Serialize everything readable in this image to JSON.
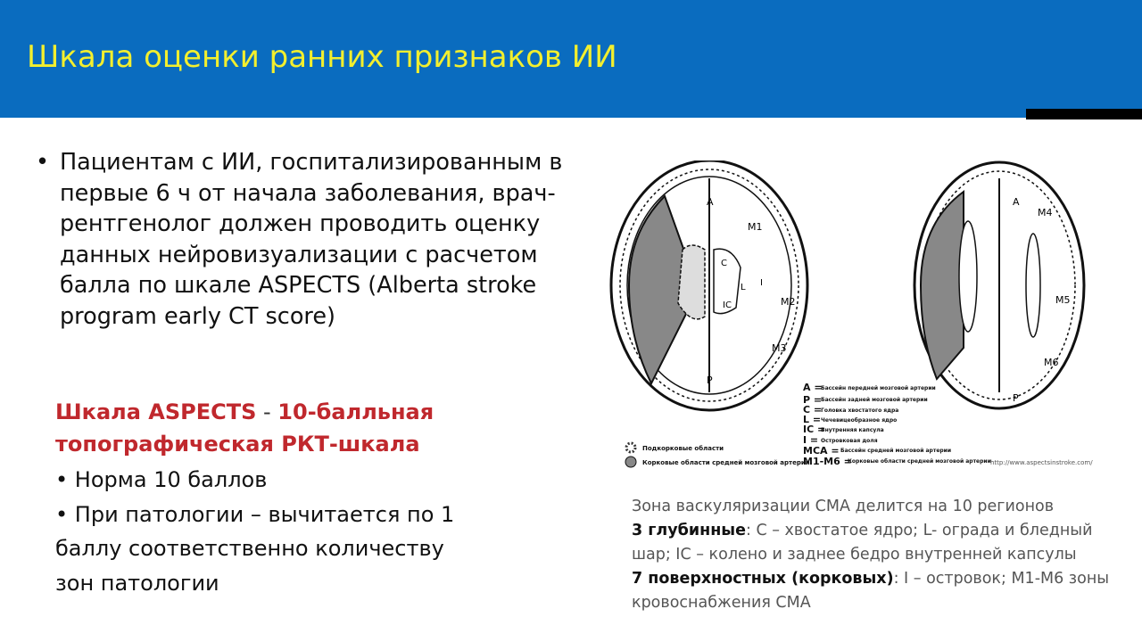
{
  "header": {
    "title": "Шкала оценки ранних признаков ИИ",
    "bg_color": "#0a6cbf",
    "title_color": "#f3ef2e"
  },
  "bullet": {
    "text": "Пациентам с ИИ, госпитализированным в первые 6 ч от начала заболевания, врач-рентгенолог должен проводить оценку данных нейровизуализации с расчетом балла по шкале ASPECTS (Alberta stroke program early CT score)"
  },
  "aspects": {
    "name": "Шкала ASPECTS",
    "dash": " - ",
    "desc": "10-балльная топографическая РКТ-шкала",
    "color": "#c0282d",
    "items": [
      "• Норма 10 баллов",
      "• При патологии – вычитается по 1 баллу соответственно количеству зон патологии"
    ]
  },
  "figure": {
    "left_labels": [
      "A",
      "M1",
      "C",
      "L",
      "I",
      "IC",
      "M2",
      "M3",
      "P"
    ],
    "right_labels": [
      "A",
      "M4",
      "M5",
      "M6",
      "P"
    ],
    "legend": [
      {
        "key": "A =",
        "text": "Бассейн передней мозговой артерии"
      },
      {
        "key": "P =",
        "text": "Бассейн задней мозговой артерии"
      },
      {
        "key": "C =",
        "text": "Головка хвостатого ядра"
      },
      {
        "key": "L =",
        "text": "Чечевицеобразное ядро"
      },
      {
        "key": "IC =",
        "text": "Внутренняя капсула"
      },
      {
        "key": "I =",
        "text": "Островковая доля"
      },
      {
        "key": "MCA =",
        "text": "Бассейн средней мозговой артерии"
      },
      {
        "key": "M1-M6 =",
        "text": "Корковые области средней мозговой артерии"
      }
    ],
    "symbols": [
      "Подкорковые области",
      "Корковые области средней мозговой артерии"
    ],
    "source": "http://www.aspectsinstroke.com/"
  },
  "caption": {
    "line1": "Зона васкуляризации СМА делится на 10 регионов",
    "deep_label": "3 глубинные",
    "deep_text": ": С – хвостатое ядро; L- ограда и бледный шар; IC – колено и заднее бедро внутренней капсулы",
    "surface_label": "7 поверхностных (корковых)",
    "surface_text": ": I – островок; М1-М6 зоны кровоснабжения СМА"
  }
}
